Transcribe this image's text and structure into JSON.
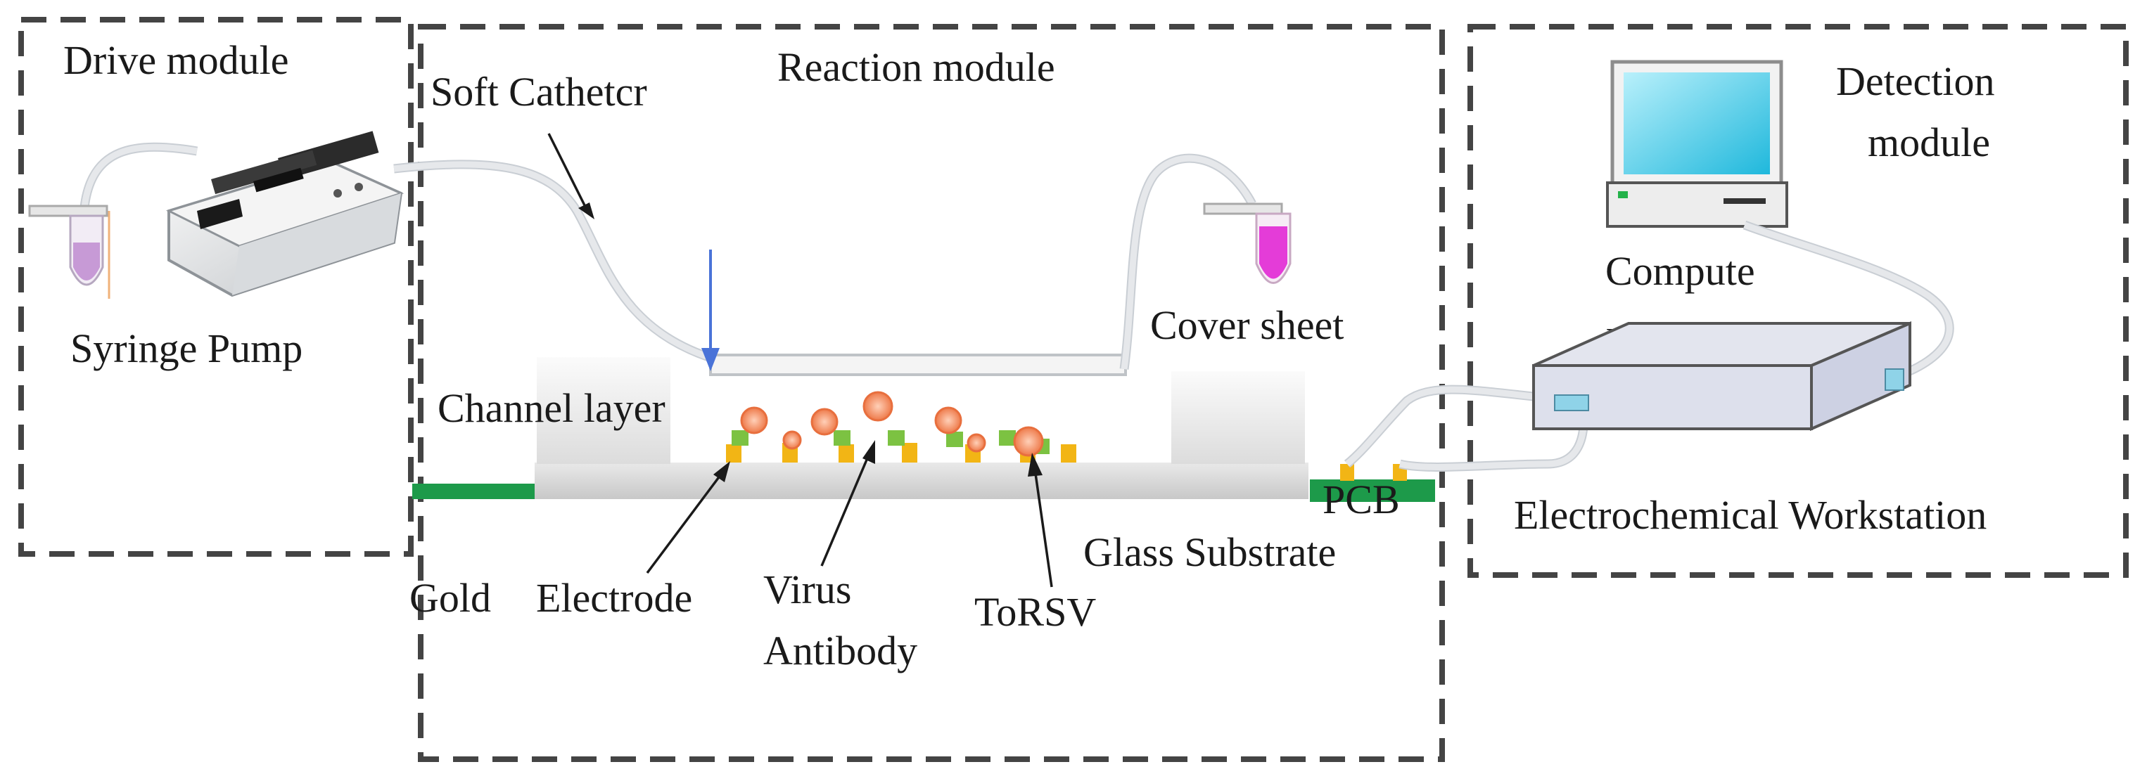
{
  "modules": {
    "drive": "Drive module",
    "reaction": "Reaction module",
    "detection_line1": "Detection",
    "detection_line2": "module"
  },
  "labels": {
    "syringe_pump": "Syringe Pump",
    "soft_catheter": "Soft Cathetcr",
    "cover_sheet": "Cover sheet",
    "channel_layer": "Channel layer",
    "pcb": "PCB",
    "glass_substrate": "Glass Substrate",
    "gold": "Gold",
    "electrode": "Electrode",
    "virus_line1": "Virus",
    "virus_line2": "Antibody",
    "torsv": "ToRSV",
    "computer_line1": "Compute",
    "computer_line2": "r",
    "workstation": "Electrochemical Workstation"
  },
  "colors": {
    "gold_electrode": "#f2b515",
    "antibody": "#7cc242",
    "virus": "#f08a5d",
    "pcb": "#1d9a4a",
    "flow_arrow": "#4a73d8",
    "vial_liquid": "#e43cd8",
    "vial_left_liquid": "#c79ad6",
    "screen": "#28c8e8"
  }
}
